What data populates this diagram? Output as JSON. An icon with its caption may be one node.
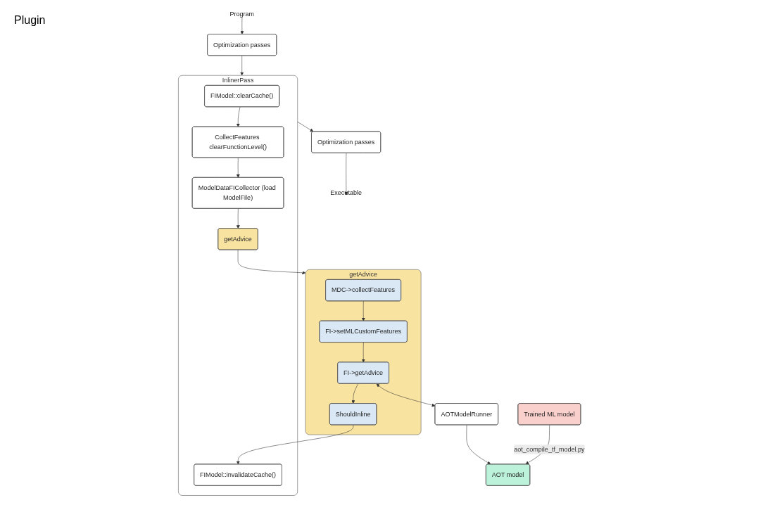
{
  "diagram": {
    "nodes": [
      {
        "text": [
          "Program"
        ]
      },
      {
        "text": [
          "Optimization passes"
        ]
      },
      {
        "text": [
          "InlinerPass"
        ]
      },
      {
        "text": [
          "FIModel::clearCache()"
        ],
        "in": 2
      },
      {
        "text": [
          "CollectFeatures clearFunctionLevel()"
        ],
        "in": 2
      },
      {
        "text": [
          "ModelDataFICollector (load ModelFile)"
        ],
        "in": 2
      },
      {
        "text": [
          "getAdvice"
        ],
        "in": 2
      },
      {
        "text": [
          "FIModel::invalidateCache()"
        ],
        "in": 2
      },
      {
        "text": [
          "Optimization passes"
        ]
      },
      {
        "text": [
          "Executable"
        ]
      },
      {
        "text": [
          "getAdvice"
        ]
      },
      {
        "text": [
          "MDC->collectFeatures"
        ],
        "in": 10
      },
      {
        "text": [
          "FI->setMLCustomFeatures"
        ],
        "in": 10
      },
      {
        "text": [
          "FI->getAdvice"
        ],
        "in": 10
      },
      {
        "text": [
          "ShouldInline"
        ],
        "in": 10
      },
      {
        "text": [
          "Trained ML model"
        ]
      },
      {
        "text": [
          "AOT model"
        ]
      },
      {
        "text": [
          "AOTModelRunner"
        ]
      }
    ],
    "edges": [
      {
        "from": 0,
        "to": 1,
        "arrow": "to"
      },
      {
        "from": 1,
        "to": 2,
        "arrow": "to"
      },
      {
        "from": 3,
        "to": 4,
        "arrow": "to"
      },
      {
        "from": 4,
        "to": 5,
        "arrow": "to"
      },
      {
        "from": 5,
        "to": 6,
        "arrow": "to"
      },
      {
        "from": 2,
        "to": 8,
        "arrow": "to"
      },
      {
        "from": 8,
        "to": 9,
        "arrow": "to"
      },
      {
        "from": 6,
        "to": 10,
        "arrow": "to"
      },
      {
        "from": 11,
        "to": 12,
        "arrow": "to"
      },
      {
        "from": 12,
        "to": 13,
        "arrow": "to"
      },
      {
        "from": 13,
        "to": 14,
        "arrow": "to"
      },
      {
        "from": 14,
        "to": 7,
        "arrow": "to"
      },
      {
        "from": 13,
        "to": 17,
        "arrow": "both"
      },
      {
        "from": 15,
        "to": 16,
        "arrow": "to",
        "label": "aot_compile_tf_model.py"
      },
      {
        "from": 17,
        "to": 16,
        "arrow": "to"
      }
    ],
    "labels": [
      "Plugin"
    ]
  }
}
